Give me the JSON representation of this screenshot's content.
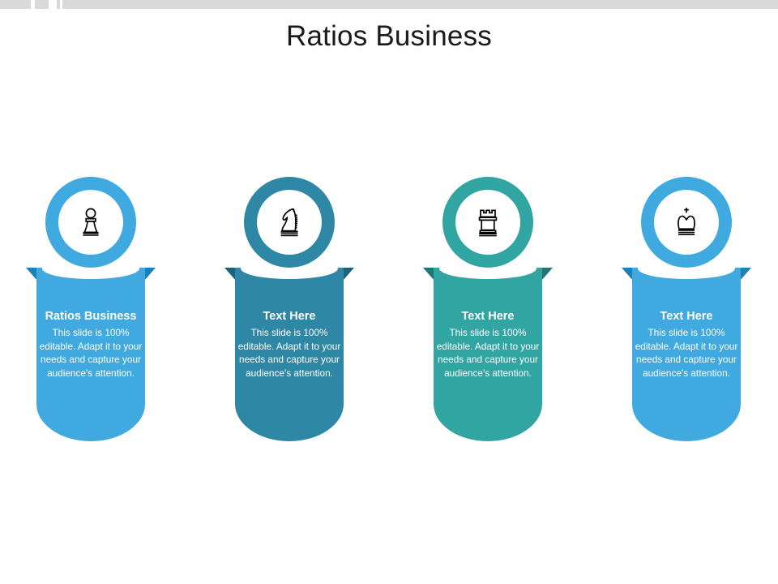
{
  "slide": {
    "title": "Ratios Business",
    "background": "#ffffff",
    "title_color": "#1a1a1a"
  },
  "topbar": {
    "color": "#d9d9d9"
  },
  "columns": [
    {
      "icon": "chess-pawn-icon",
      "ring_color": "#3FA9E0",
      "banner_color": "#3FA9E0",
      "fold_color": "#1F80B5",
      "heading": "Ratios Business",
      "body": "This slide is 100% editable. Adapt it to your needs and capture your audience's attention."
    },
    {
      "icon": "chess-knight-icon",
      "ring_color": "#2E87A4",
      "banner_color": "#2E87A4",
      "fold_color": "#1B6379",
      "heading": "Text Here",
      "body": "This slide is 100% editable. Adapt it to your needs and capture your audience's attention."
    },
    {
      "icon": "chess-rook-icon",
      "ring_color": "#31A5A2",
      "banner_color": "#31A5A2",
      "fold_color": "#1E7774",
      "heading": "Text Here",
      "body": "This slide is 100% editable. Adapt it to your needs and capture your audience's attention."
    },
    {
      "icon": "chess-king-icon",
      "ring_color": "#3FA9E0",
      "banner_color": "#3FA9E0",
      "fold_color": "#1F80B5",
      "heading": "Text Here",
      "body": "This slide is 100% editable. Adapt it to your needs and capture your audience's attention."
    }
  ]
}
